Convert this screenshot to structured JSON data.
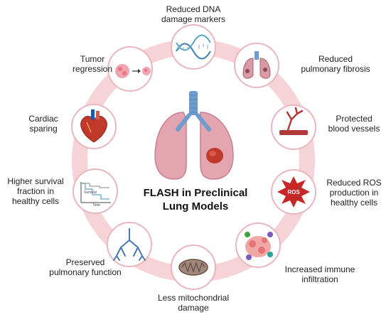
{
  "center_title": [
    "FLASH in Preclinical",
    "Lung Models"
  ],
  "items": [
    {
      "id": "dna",
      "lines": [
        "Reduced DNA",
        "damage markers"
      ],
      "icon": "dna-helix-icon"
    },
    {
      "id": "fibrosis",
      "lines": [
        "Reduced",
        "pulmonary fibrosis"
      ],
      "icon": "fibrotic-lungs-icon"
    },
    {
      "id": "vessels",
      "lines": [
        "Protected",
        "blood vessels"
      ],
      "icon": "blood-vessel-icon"
    },
    {
      "id": "ros",
      "lines": [
        "Reduced ROS",
        "production in",
        "healthy cells"
      ],
      "icon": "ros-burst-icon",
      "icon_text": "ROS"
    },
    {
      "id": "immune",
      "lines": [
        "Increased immune",
        "infiltration"
      ],
      "icon": "immune-cells-icon"
    },
    {
      "id": "mito",
      "lines": [
        "Less mitochondrial",
        "damage"
      ],
      "icon": "mitochondrion-icon"
    },
    {
      "id": "pulmonary",
      "lines": [
        "Preserved",
        "pulmonary function"
      ],
      "icon": "bronchial-tree-icon"
    },
    {
      "id": "survival",
      "lines": [
        "Higher survival",
        "fraction in",
        "healthy cells"
      ],
      "icon": "survival-curve-icon",
      "axis_y": "Survival",
      "axis_x": "Time"
    },
    {
      "id": "cardiac",
      "lines": [
        "Cardiac",
        "sparing"
      ],
      "icon": "heart-icon"
    },
    {
      "id": "tumor",
      "lines": [
        "Tumor",
        "regression"
      ],
      "icon": "tumor-shrink-icon"
    }
  ],
  "colors": {
    "ring": "#f6d3d7",
    "node_border": "#e9b6bd",
    "lung": "#e3a6b0",
    "lung_dark": "#c97f8d",
    "trachea": "#6f9ccf",
    "tumor": "#c0392b",
    "vessel": "#b03a3a"
  }
}
